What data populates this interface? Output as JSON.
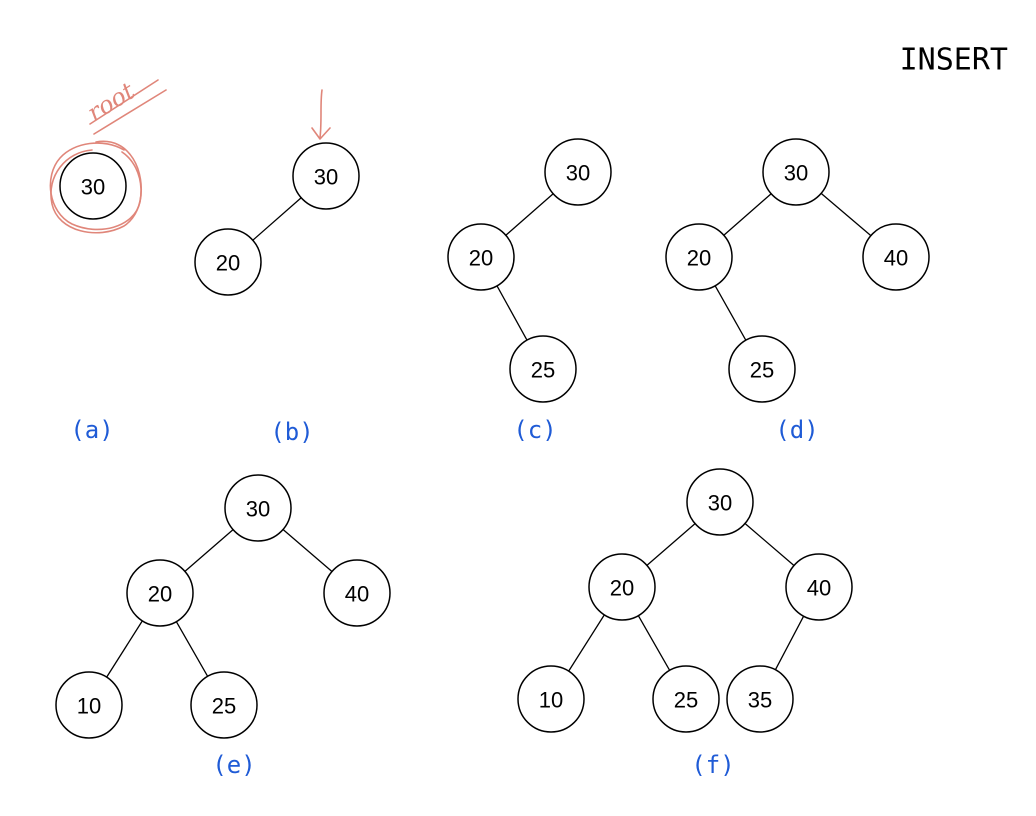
{
  "heading": "INSERT",
  "caption_color": "#1f5bd6",
  "annotation_color": "#e0867a",
  "annotation_text": "root",
  "trees": [
    {
      "caption": "(a)",
      "nodes": [
        {
          "id": "n30",
          "label": "30"
        }
      ],
      "edges": []
    },
    {
      "caption": "(b)",
      "nodes": [
        {
          "id": "n30",
          "label": "30"
        },
        {
          "id": "n20",
          "label": "20"
        }
      ],
      "edges": [
        [
          "n30",
          "n20"
        ]
      ]
    },
    {
      "caption": "(c)",
      "nodes": [
        {
          "id": "n30",
          "label": "30"
        },
        {
          "id": "n20",
          "label": "20"
        },
        {
          "id": "n25",
          "label": "25"
        }
      ],
      "edges": [
        [
          "n30",
          "n20"
        ],
        [
          "n20",
          "n25"
        ]
      ]
    },
    {
      "caption": "(d)",
      "nodes": [
        {
          "id": "n30",
          "label": "30"
        },
        {
          "id": "n20",
          "label": "20"
        },
        {
          "id": "n40",
          "label": "40"
        },
        {
          "id": "n25",
          "label": "25"
        }
      ],
      "edges": [
        [
          "n30",
          "n20"
        ],
        [
          "n30",
          "n40"
        ],
        [
          "n20",
          "n25"
        ]
      ]
    },
    {
      "caption": "(e)",
      "nodes": [
        {
          "id": "n30",
          "label": "30"
        },
        {
          "id": "n20",
          "label": "20"
        },
        {
          "id": "n40",
          "label": "40"
        },
        {
          "id": "n10",
          "label": "10"
        },
        {
          "id": "n25",
          "label": "25"
        }
      ],
      "edges": [
        [
          "n30",
          "n20"
        ],
        [
          "n30",
          "n40"
        ],
        [
          "n20",
          "n10"
        ],
        [
          "n20",
          "n25"
        ]
      ]
    },
    {
      "caption": "(f)",
      "nodes": [
        {
          "id": "n30",
          "label": "30"
        },
        {
          "id": "n20",
          "label": "20"
        },
        {
          "id": "n40",
          "label": "40"
        },
        {
          "id": "n10",
          "label": "10"
        },
        {
          "id": "n25",
          "label": "25"
        },
        {
          "id": "n35",
          "label": "35"
        }
      ],
      "edges": [
        [
          "n30",
          "n20"
        ],
        [
          "n30",
          "n40"
        ],
        [
          "n20",
          "n10"
        ],
        [
          "n20",
          "n25"
        ],
        [
          "n40",
          "n35"
        ]
      ]
    }
  ]
}
